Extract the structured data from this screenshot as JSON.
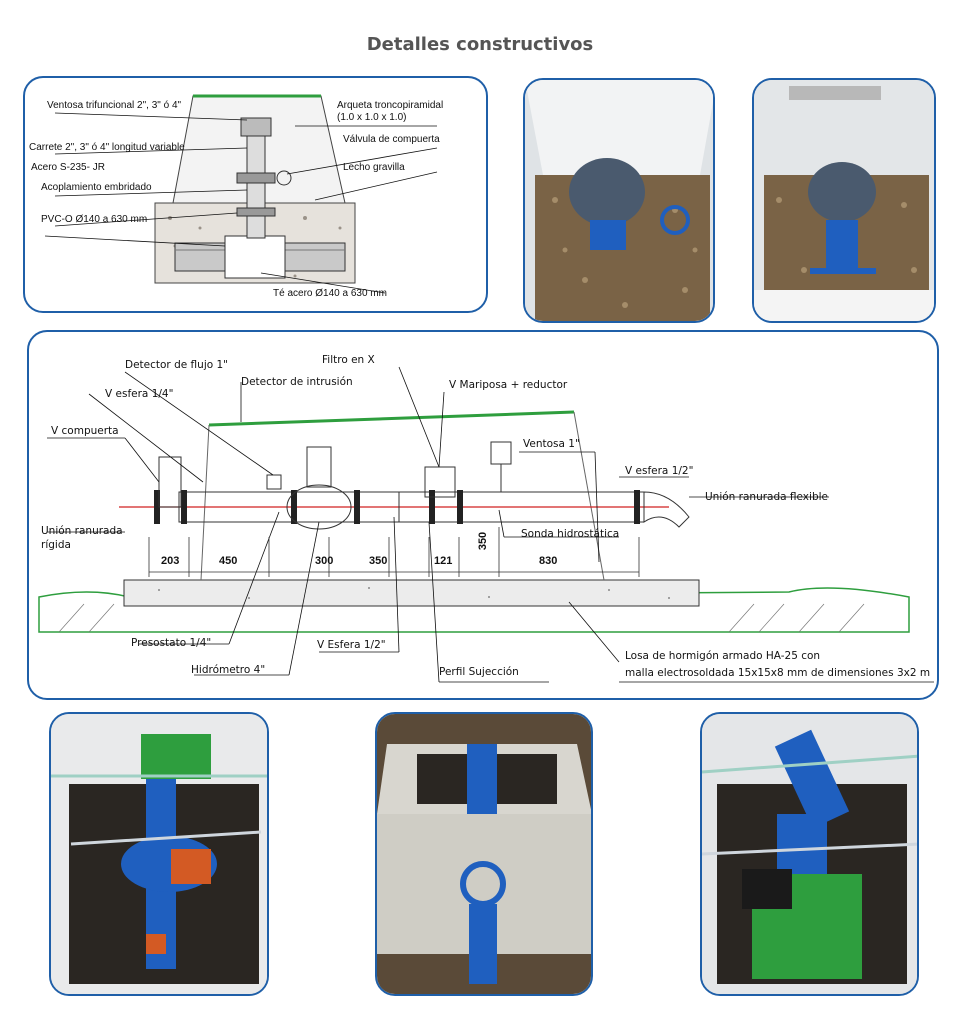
{
  "page": {
    "title": "Detalles constructivos"
  },
  "detail_top": {
    "labels": {
      "ventosa": "Ventosa trifuncional 2\", 3\" ó 4\"",
      "arqueta_1": "Arqueta troncopiramidal",
      "arqueta_2": "(1.0 x 1.0 x 1.0)",
      "carrete": "Carrete 2\", 3\" ó 4\" longitud variable",
      "acero": "Acero S-235- JR",
      "valvula": "Válvula de compuerta",
      "lecho": "Lecho gravilla",
      "acoplamiento": "Acoplamiento embridado",
      "pvc": "PVC-O Ø140 a 630 mm",
      "te": "Té acero Ø140 a 630 mm"
    }
  },
  "detail_main": {
    "labels": {
      "filtro": "Filtro en X",
      "detector_flujo": "Detector de flujo 1\"",
      "detector_intrusion": "Detector de intrusión",
      "v_mariposa": "V Mariposa + reductor",
      "v_esfera_14": "V esfera 1/4\"",
      "v_compuerta": "V compuerta",
      "ventosa": "Ventosa 1\"",
      "v_esfera_12": "V esfera 1/2\"",
      "union_flexible": "Unión ranurada flexible",
      "union_rigida_1": "Unión ranurada",
      "union_rigida_2": "rígida",
      "sonda": "Sonda hidrostática",
      "presostato": "Presostato 1/4\"",
      "v_esfera_12b": "V Esfera 1/2\"",
      "hidrometro": "Hidrómetro 4\"",
      "perfil": "Perfil Sujección",
      "losa_1": "Losa de hormigón armado HA-25 con",
      "losa_2": "malla electrosoldada 15x15x8 mm de dimensiones 3x2 m"
    },
    "dimensions": [
      "203",
      "450",
      "300",
      "350",
      "121",
      "350",
      "830"
    ]
  },
  "colors": {
    "frame": "#1f5fa8",
    "valve_blue": "#1f5fbf",
    "pipe_red": "#d02020",
    "soil": "#5a4a38",
    "green": "#2e9e3e"
  }
}
